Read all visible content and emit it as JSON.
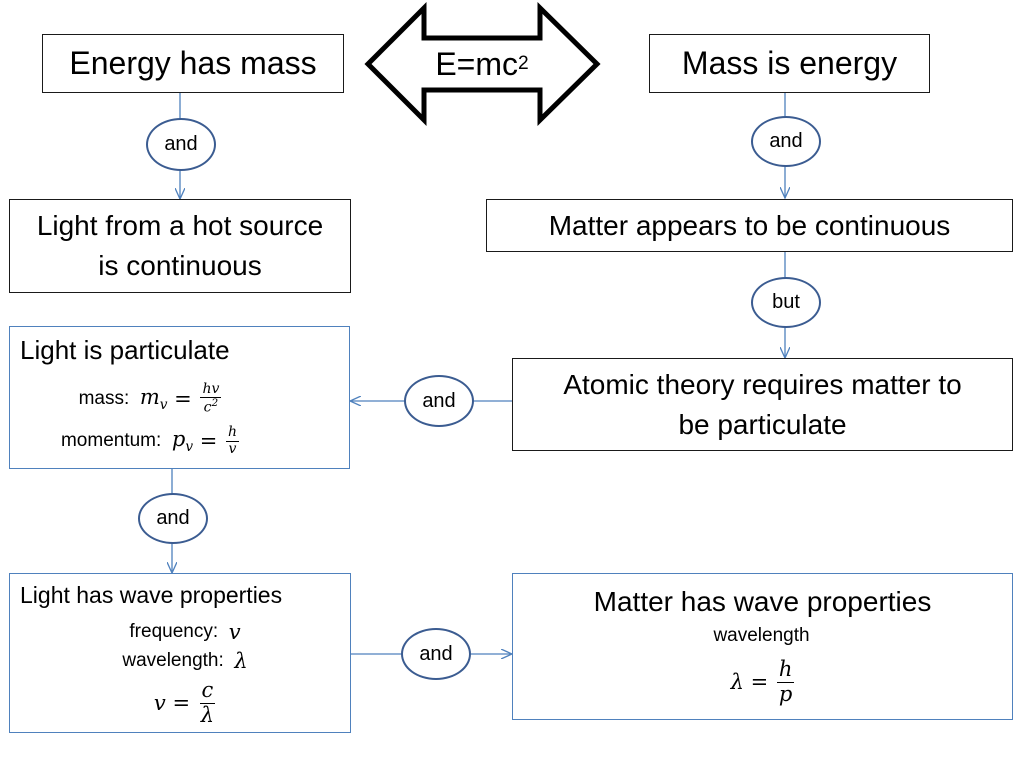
{
  "header": {
    "left": "Energy has mass",
    "right": "Mass is energy",
    "arrow_base": "E=mc",
    "arrow_exp": "2"
  },
  "boxes": {
    "light_continuous": [
      "Light from a hot source",
      "is continuous"
    ],
    "matter_continuous": "Matter appears to be continuous",
    "atomic_theory": [
      "Atomic theory requires matter to",
      "be particulate"
    ],
    "light_particulate": {
      "title": "Light is particulate",
      "mass_label": "mass:",
      "mass_lhs": "m",
      "mass_sub": "v",
      "mass_num": "hv",
      "mass_den": "c",
      "mass_den_exp": "2",
      "momentum_label": "momentum:",
      "mom_lhs": "p",
      "mom_sub": "v",
      "mom_num": "h",
      "mom_den": "v"
    },
    "light_wave": {
      "title": "Light has wave properties",
      "freq_label": "frequency:",
      "freq_sym": "v",
      "wl_label": "wavelength:",
      "wl_sym": "λ",
      "eq_lhs": "v",
      "eq_num": "c",
      "eq_den": "λ"
    },
    "matter_wave": {
      "title": "Matter has wave properties",
      "wl_label": "wavelength",
      "eq_lhs": "λ",
      "eq_num": "h",
      "eq_den": "p"
    }
  },
  "connectors": {
    "left_and_1": "and",
    "right_and_1": "and",
    "but": "but",
    "mid_and": "and",
    "left_and_2": "and",
    "bottom_and": "and"
  },
  "colors": {
    "link": "#4f81bd",
    "connector_border": "#3b5c91",
    "box_border_black": "#1a1a1a",
    "box_border_blue": "#4f81bd"
  }
}
